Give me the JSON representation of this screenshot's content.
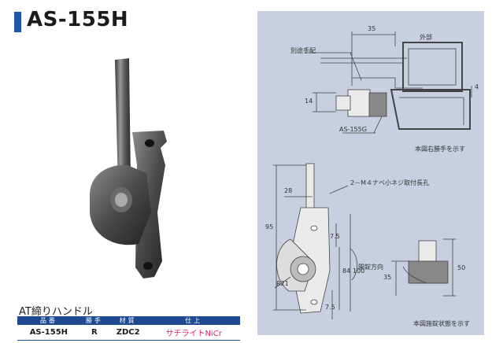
{
  "title": "AS-155H",
  "caption": "AT締りハンドル",
  "table": {
    "headers": [
      "品番",
      "勝手",
      "材質",
      "仕上"
    ],
    "rows": [
      [
        "AS-155H",
        "R",
        "ZDC2",
        "サチライトNiCr"
      ]
    ]
  },
  "drawing": {
    "top": {
      "dim_35": "35",
      "label_outside": "外部",
      "label_separate": "別途手配",
      "dim_14": "14",
      "dim_small": "4",
      "label_part": "AS-155G",
      "note": "本図右勝手を示す"
    },
    "bottom": {
      "screw_note": "2－M４ナベ小ネジ取付長孔",
      "dim_28": "28",
      "dim_95": "95",
      "dim_75a": "7.5",
      "dim_84": "84",
      "dim_100": "100",
      "dim_75b": "7.5",
      "dim_r21": "R21",
      "rotation_label": "開錠方向",
      "dim_35": "35",
      "dim_50": "50",
      "note": "本図施錠状態を示す"
    }
  },
  "colors": {
    "accent": "#1d57a8",
    "table_header": "#1f4a92",
    "finish_text": "#e0206e",
    "drawing_bg": "#c7cfe0"
  }
}
